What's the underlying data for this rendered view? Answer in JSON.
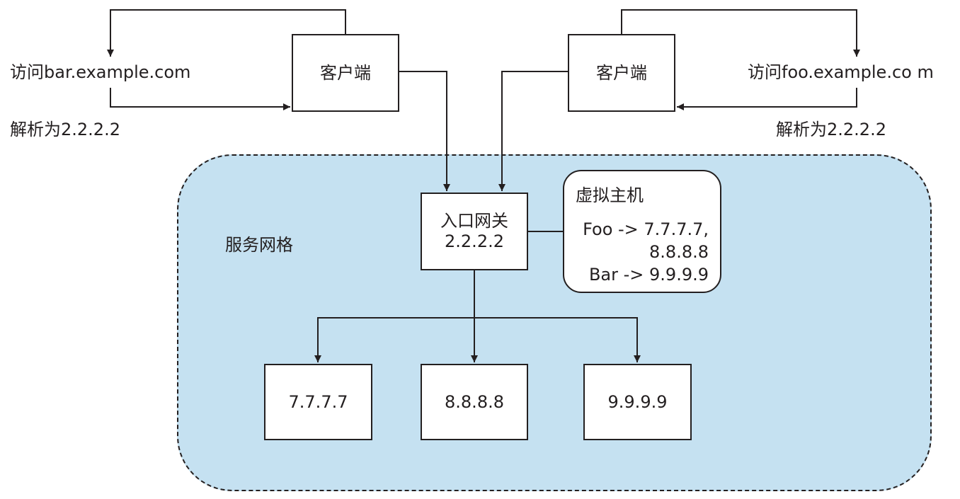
{
  "left": {
    "access": "访问bar.example.com",
    "resolve": "解析为2.2.2.2",
    "client": "客户端"
  },
  "right": {
    "access": "访问foo.example.co m",
    "resolve": "解析为2.2.2.2",
    "client": "客户端"
  },
  "mesh": {
    "label": "服务网格"
  },
  "gateway": {
    "line1": "入口网关",
    "line2": "2.2.2.2"
  },
  "virtual_host": {
    "title": "虚拟主机",
    "line1": "Foo -> 7.7.7.7,",
    "line2": "8.8.8.8",
    "line3": "Bar -> 9.9.9.9"
  },
  "backends": [
    "7.7.7.7",
    "8.8.8.8",
    "9.9.9.9"
  ],
  "colors": {
    "mesh_fill": "#c5e1f1",
    "stroke": "#231f20"
  }
}
